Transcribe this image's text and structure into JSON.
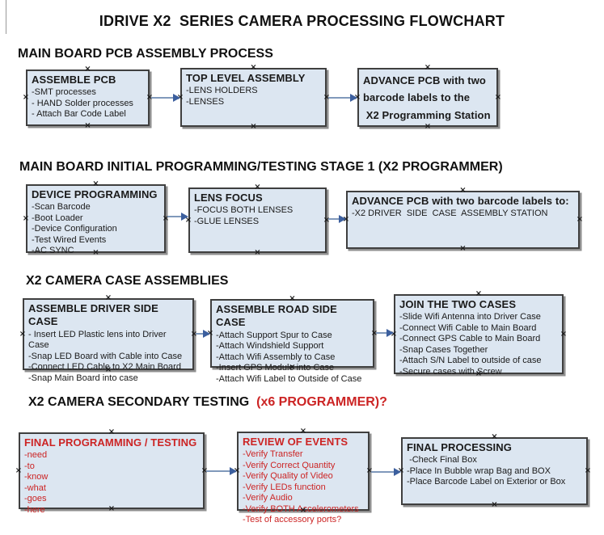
{
  "title": "IDRIVE X2  SERIES CAMERA PROCESSING FLOWCHART",
  "colors": {
    "box_fill": "#dce6f1",
    "red_text": "#cc2424",
    "arrow_line": "#8099bb",
    "arrow_head": "#3c5f9e"
  },
  "icons": {
    "selection_handle": "×"
  },
  "sections": [
    {
      "header": "MAIN BOARD PCB ASSEMBLY PROCESS",
      "header_red": "",
      "boxes": [
        {
          "title": "ASSEMBLE PCB",
          "items": [
            "-SMT processes",
            "- HAND Solder processes",
            "- Attach Bar Code Label"
          ]
        },
        {
          "title": "TOP LEVEL ASSEMBLY",
          "items": [
            "-LENS HOLDERS",
            "-LENSES"
          ]
        },
        {
          "title": "ADVANCE PCB with two\nbarcode labels to the\n X2 Programming Station",
          "items": []
        }
      ]
    },
    {
      "header": "MAIN BOARD INITIAL PROGRAMMING/TESTING STAGE 1 (X2 PROGRAMMER)",
      "header_red": "",
      "boxes": [
        {
          "title": "DEVICE PROGRAMMING",
          "items": [
            "-Scan Barcode",
            "-Boot Loader",
            "-Device Configuration",
            "-Test Wired Events",
            "-AC SYNC"
          ]
        },
        {
          "title": "LENS FOCUS",
          "items": [
            "-FOCUS BOTH LENSES",
            "-GLUE LENSES"
          ]
        },
        {
          "title": "ADVANCE PCB with two barcode labels to:",
          "items": [
            "-X2 DRIVER  SIDE  CASE  ASSEMBLY STATION"
          ]
        }
      ]
    },
    {
      "header": "X2 CAMERA CASE ASSEMBLIES",
      "header_red": "",
      "boxes": [
        {
          "title": "ASSEMBLE DRIVER SIDE CASE",
          "items": [
            "- Insert LED Plastic lens into Driver Case",
            "-Snap LED Board with Cable into Case",
            "-Connect LED Cable to X2 Main Board",
            "-Snap Main Board into case"
          ]
        },
        {
          "title": "ASSEMBLE ROAD SIDE CASE",
          "items": [
            "-Attach Support Spur to Case",
            "-Attach Windshield Support",
            "-Attach Wifi Assembly to Case",
            "-Insert GPS Module into Case",
            "-Attach Wifi Label to Outside of Case"
          ]
        },
        {
          "title": "JOIN THE TWO CASES",
          "items": [
            "-Slide Wifi Antenna into Driver Case",
            "-Connect Wifi Cable to Main Board",
            "-Connect GPS Cable to Main Board",
            "-Snap Cases Together",
            "-Attach S/N Label to outside of case",
            "-Secure cases with Screw"
          ]
        }
      ]
    },
    {
      "header": "X2 CAMERA SECONDARY TESTING  ",
      "header_red": "(x6 PROGRAMMER)?",
      "boxes": [
        {
          "title": "FINAL PROGRAMMING / TESTING",
          "items": [
            "-need",
            "-to",
            "-know",
            "-what",
            "-goes",
            "-here"
          ]
        },
        {
          "title": "REVIEW OF EVENTS",
          "items": [
            "-Verify Transfer",
            "-Verify Correct Quantity",
            "-Verify Quality of Video",
            "-Verify LEDs function",
            "-Verify Audio",
            "-Verify BOTH Accelerometers",
            "-Test of accessory ports?"
          ]
        },
        {
          "title": "FINAL PROCESSING",
          "items": [
            " -Check Final Box",
            "-Place In Bubble wrap Bag and BOX",
            "-Place Barcode Label on Exterior or Box"
          ]
        }
      ]
    }
  ]
}
